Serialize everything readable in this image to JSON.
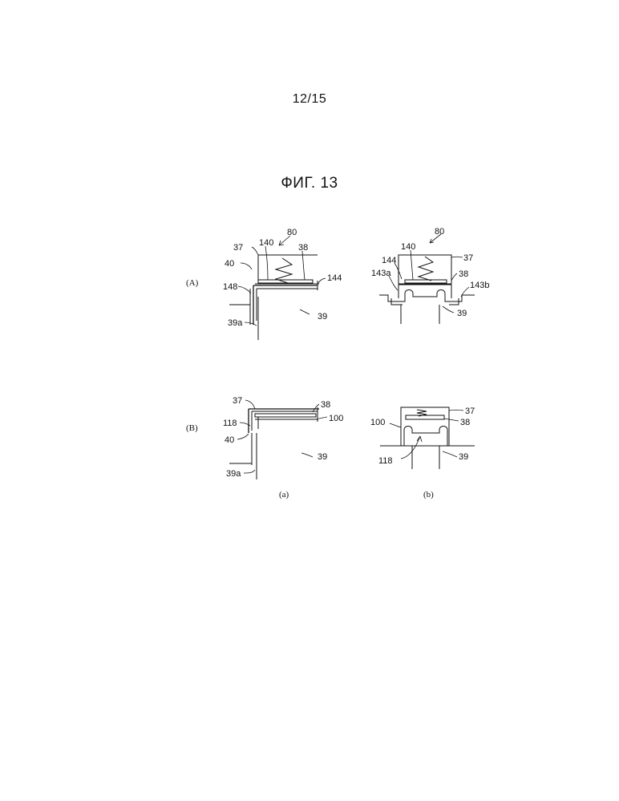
{
  "page": {
    "number": "12/15",
    "figure_title": "ФИГ. 13"
  },
  "row_labels": {
    "a": "(A)",
    "b": "(B)"
  },
  "subfigure_labels": {
    "left": "(a)",
    "right": "(b)"
  },
  "refs": {
    "A_left": {
      "r80": "80",
      "r37": "37",
      "r140": "140",
      "r38": "38",
      "r40": "40",
      "r144": "144",
      "r148": "148",
      "r39": "39",
      "r39a": "39a"
    },
    "A_right": {
      "r80": "80",
      "r140": "140",
      "r37": "37",
      "r144": "144",
      "r143a": "143a",
      "r38": "38",
      "r143b": "143b",
      "r39": "39"
    },
    "B_left": {
      "r37": "37",
      "r38": "38",
      "r100": "100",
      "r118": "118",
      "r40": "40",
      "r39": "39",
      "r39a": "39a"
    },
    "B_right": {
      "r37": "37",
      "r100": "100",
      "r38": "38",
      "r118": "118",
      "r39": "39"
    }
  }
}
